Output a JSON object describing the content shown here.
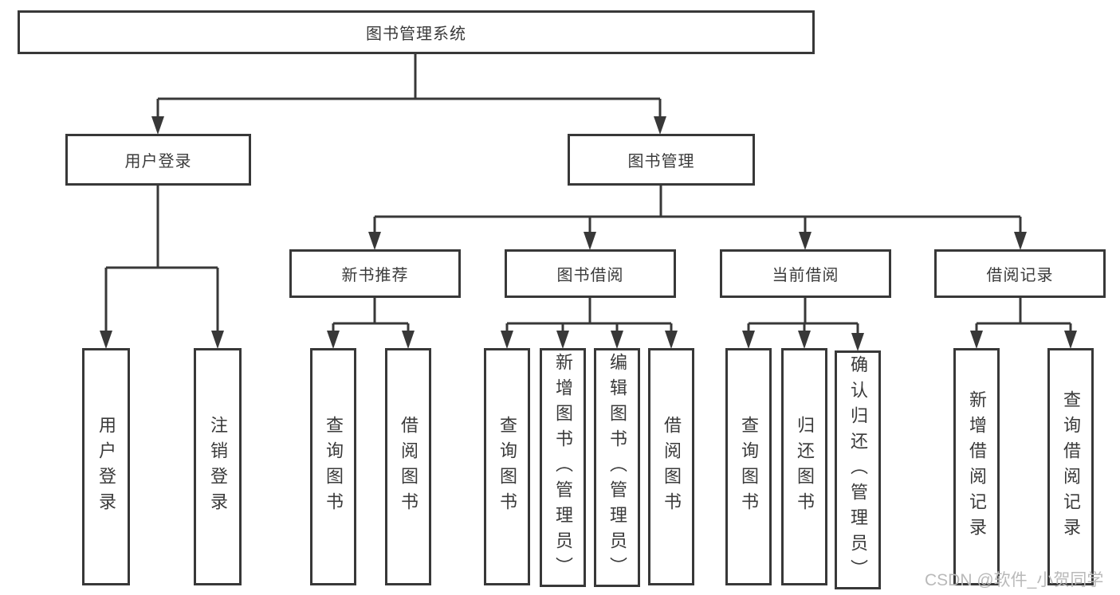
{
  "diagram": {
    "title": "图书管理系统",
    "branches": [
      {
        "label": "用户登录",
        "children": [
          {
            "label": "用户登录"
          },
          {
            "label": "注销登录"
          }
        ]
      },
      {
        "label": "图书管理",
        "children": [
          {
            "label": "新书推荐",
            "children": [
              {
                "label": "查询图书"
              },
              {
                "label": "借阅图书"
              }
            ]
          },
          {
            "label": "图书借阅",
            "children": [
              {
                "label": "查询图书"
              },
              {
                "label": "新增图书（管理员）"
              },
              {
                "label": "编辑图书（管理员）"
              },
              {
                "label": "借阅图书"
              }
            ]
          },
          {
            "label": "当前借阅",
            "children": [
              {
                "label": "查询图书"
              },
              {
                "label": "归还图书"
              },
              {
                "label": "确认归还（管理员）"
              }
            ]
          },
          {
            "label": "借阅记录",
            "children": [
              {
                "label": "新增借阅记录"
              },
              {
                "label": "查询借阅记录"
              }
            ]
          }
        ]
      }
    ]
  },
  "watermark": {
    "text": "CSDN @软件_小贺同学"
  },
  "colors": {
    "line": "#383838",
    "text": "#3a3a3a",
    "background": "#ffffff",
    "watermark": "#b9b9b9"
  }
}
